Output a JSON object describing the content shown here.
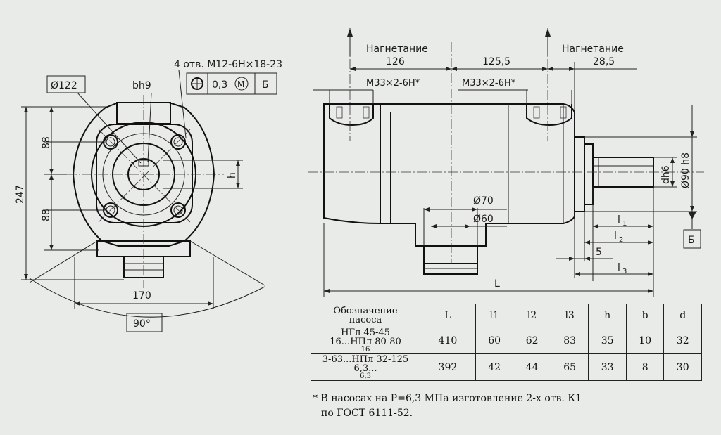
{
  "labels": {
    "phi122": "Ø122",
    "bh9": "bh9",
    "holes": "4 отв. М12-6Н×18-23",
    "tolerance": "0,3",
    "tol_mod": "M",
    "datum": "Б",
    "dim88_top": "88",
    "dim88_bot": "88",
    "dim247": "247",
    "h": "h",
    "dim170": "170",
    "angle": "90°",
    "inlet_left": "Нагнетание",
    "inlet_right": "Нагнетание",
    "dim126": "126",
    "dim125_5": "125,5",
    "dim28_5": "28,5",
    "thread_left": "М33×2-6Н*",
    "thread_right": "М33×2-6Н*",
    "phi70": "Ø70",
    "phi60": "Ø60",
    "dh6": "dh6",
    "phi90": "Ø90 h8",
    "l1": "l",
    "l1_sub": "1",
    "l2": "l",
    "l2_sub": "2",
    "l3": "l",
    "l3_sub": "3",
    "dim5": "5",
    "dimL": "L",
    "datum_b": "Б"
  },
  "table": {
    "header_line1": "Обозначение",
    "header_line2": "насоса",
    "cols": [
      "L",
      "l1",
      "l2",
      "l3",
      "h",
      "b",
      "d"
    ],
    "rows": [
      {
        "name1": "НГл 45-45",
        "name2": "16...НПл 80-80",
        "name3": "16",
        "values": [
          "410",
          "60",
          "62",
          "83",
          "35",
          "10",
          "32"
        ]
      },
      {
        "name1": "3-63...НПл 32-125",
        "name2": "6,3...",
        "name3": "6,3",
        "values": [
          "392",
          "42",
          "44",
          "65",
          "33",
          "8",
          "30"
        ]
      }
    ]
  },
  "footnote": {
    "line1": "* В насосах на Р=6,3 МПа изготовление 2-х отв. К1",
    "line2": "по ГОСТ 6111-52."
  }
}
